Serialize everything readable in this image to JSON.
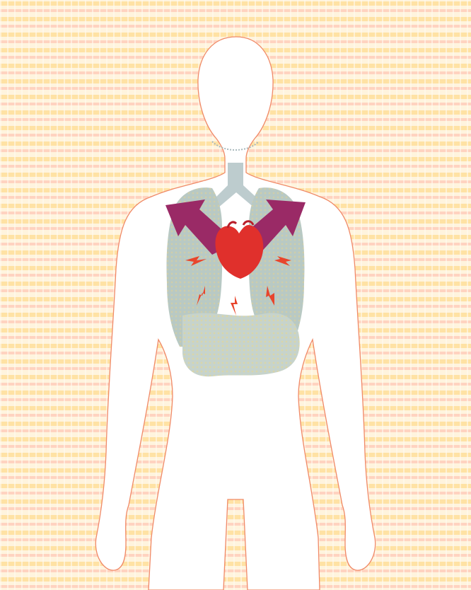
{
  "figure": {
    "background_color": "#fff4de",
    "pattern_colors": [
      "#ffe2a4",
      "#ffd3c0"
    ],
    "outline_color": "#f08a68",
    "body_fill": "#ffffff",
    "organs": [
      {
        "name": "trachea",
        "color": "#b9c9cb"
      },
      {
        "name": "lungs",
        "color": "#b8c9c4"
      },
      {
        "name": "abdomen",
        "color": "#c6d3cc"
      },
      {
        "name": "heart",
        "color": "#e0302c"
      },
      {
        "name": "vessels",
        "color": "#9a2a66"
      },
      {
        "name": "pain-signals",
        "color": "#e8452c",
        "count": 5
      }
    ]
  }
}
